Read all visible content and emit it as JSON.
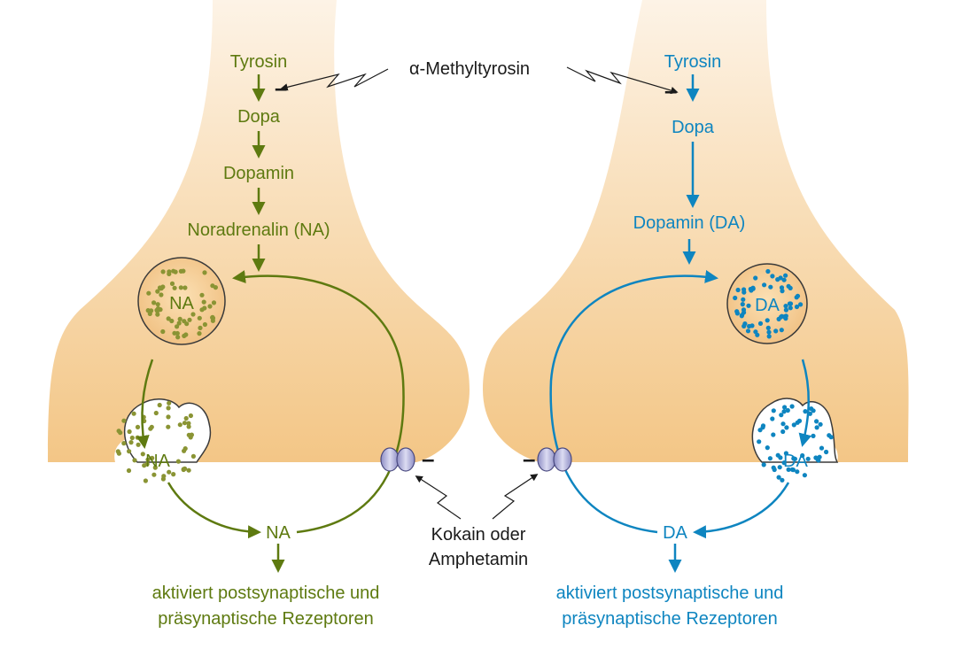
{
  "colors": {
    "noradrenergic": "#5e7a10",
    "dopaminergic": "#0e85c0",
    "terminal_fill_top": "#fdf1e2",
    "terminal_fill_bottom": "#f4c98c",
    "vesicle_dots_left": "#8a9434",
    "transporter": "#b8b8de",
    "inhibitor": "#1a1a1a"
  },
  "left_terminal": {
    "pathway": [
      "Tyrosin",
      "Dopa",
      "Dopamin",
      "Noradrenalin (NA)"
    ],
    "vesicle_label": "NA",
    "released_vesicle_label": "NA",
    "cleft_label": "NA",
    "effect_line1": "aktiviert postsynaptische und",
    "effect_line2": "präsynaptische Rezeptoren"
  },
  "right_terminal": {
    "pathway": [
      "Tyrosin",
      "Dopa",
      "Dopamin (DA)"
    ],
    "vesicle_label": "DA",
    "released_vesicle_label": "DA",
    "cleft_label": "DA",
    "effect_line1": "aktiviert postsynaptische und",
    "effect_line2": "präsynaptische Rezeptoren"
  },
  "inhibitors": {
    "synthesis_inhibitor": "α-Methyltyrosin",
    "reuptake_inhibitor_line1": "Kokain oder",
    "reuptake_inhibitor_line2": "Amphetamin",
    "inhibition_sign": "–"
  }
}
